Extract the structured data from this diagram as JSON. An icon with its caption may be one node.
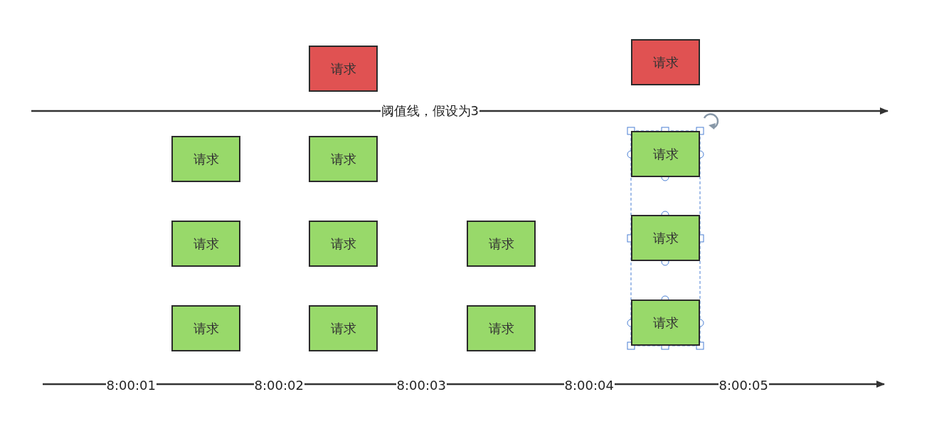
{
  "diagram": {
    "nodes": [
      {
        "text": [
          "请求"
        ]
      },
      {
        "text": [
          "请求"
        ]
      },
      {
        "text": [
          "请求"
        ]
      },
      {
        "text": [
          "请求"
        ]
      },
      {
        "text": [
          "请求"
        ]
      },
      {
        "text": [
          "请求"
        ]
      },
      {
        "text": [
          "请求"
        ]
      },
      {
        "text": [
          "请求"
        ]
      },
      {
        "text": [
          "请求"
        ]
      },
      {
        "text": [
          "请求"
        ]
      },
      {
        "text": [
          "请求"
        ]
      },
      {
        "text": [
          "请求"
        ]
      },
      {
        "text": [
          "请求"
        ]
      }
    ],
    "labels": [
      "阈值线，假设为3",
      "8:00:01",
      "8:00:02",
      "8:00:03",
      "8:00:04",
      "8:00:05"
    ]
  }
}
